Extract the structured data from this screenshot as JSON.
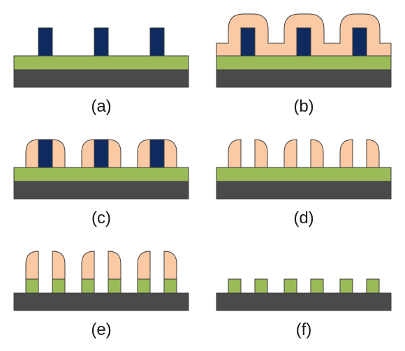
{
  "panels": [
    {
      "id": "a",
      "caption": "(a)"
    },
    {
      "id": "b",
      "caption": "(b)"
    },
    {
      "id": "c",
      "caption": "(c)"
    },
    {
      "id": "d",
      "caption": "(d)"
    },
    {
      "id": "e",
      "caption": "(e)"
    },
    {
      "id": "f",
      "caption": "(f)"
    }
  ],
  "colors": {
    "substrate": "#4a4a4a",
    "film": "#9bbb59",
    "mandrel": "#0e2a5e",
    "spacer": "#fbc9a3",
    "outline": "#3a3a3a"
  }
}
